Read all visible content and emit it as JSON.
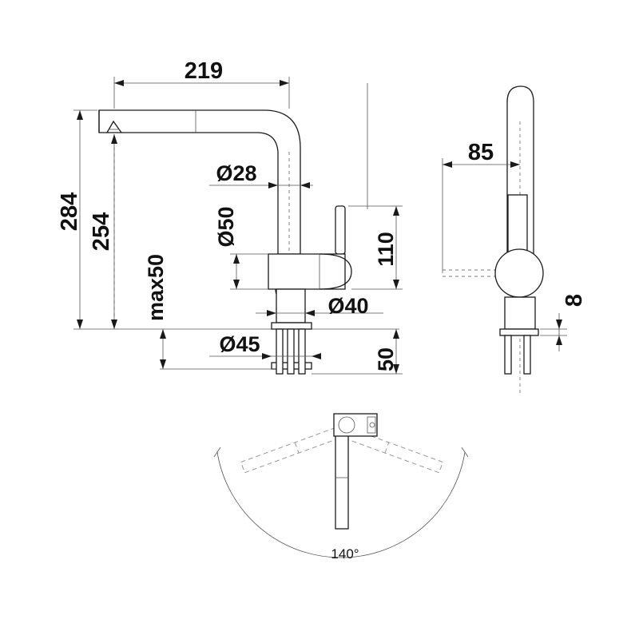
{
  "dimensions": {
    "overall_reach": "219",
    "total_height": "284",
    "spout_height": "254",
    "spout_diameter": "Ø28",
    "body_diameter": "Ø50",
    "lever_height": "110",
    "base_diameter": "Ø40",
    "worktop_thickness": "max50",
    "hole_diameter": "Ø45",
    "hose_length": "50",
    "side_depth": "85",
    "base_offset": "8"
  },
  "swivel": {
    "angle_label": "140°"
  },
  "colors": {
    "line": "#1a1a1a",
    "dimension_text": "#111111",
    "hidden_line": "#777777"
  }
}
